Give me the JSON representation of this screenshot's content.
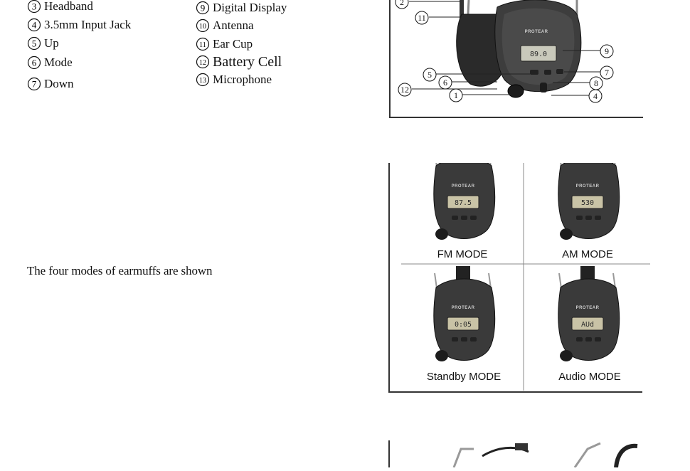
{
  "parts_legend": [
    {
      "num": "3",
      "label": "Headband"
    },
    {
      "num": "4",
      "label": "3.5mm Input Jack"
    },
    {
      "num": "5",
      "label": "Up"
    },
    {
      "num": "6",
      "label": "Mode"
    },
    {
      "num": "7",
      "label": "Down"
    },
    {
      "num": "9",
      "label": "Digital Display"
    },
    {
      "num": "10",
      "label": "Antenna"
    },
    {
      "num": "11",
      "label": "Ear Cup"
    },
    {
      "num": "12",
      "label": "Battery Cell"
    },
    {
      "num": "13",
      "label": "Microphone"
    }
  ],
  "caption": "The four modes of earmuffs are shown",
  "diagram": {
    "brand": "PROTEAR",
    "display_reading": "89.0",
    "callouts": [
      "2",
      "11",
      "9",
      "5",
      "6",
      "7",
      "8",
      "12",
      "1",
      "4"
    ]
  },
  "modes": [
    {
      "label": "FM MODE",
      "display": "87.5"
    },
    {
      "label": "AM MODE",
      "display": "530"
    },
    {
      "label": "Standby MODE",
      "display": "0:05"
    },
    {
      "label": "Audio MODE",
      "display": "AUd"
    }
  ]
}
